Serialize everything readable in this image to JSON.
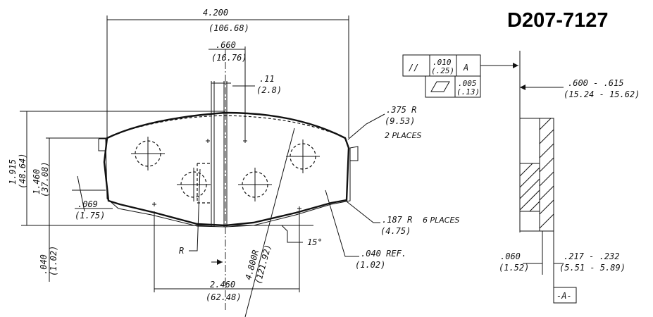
{
  "part_number": "D207-7127",
  "dimensions": {
    "overall_width": "4.200",
    "overall_width_mm": "(106.68)",
    "tab_width": ".660",
    "tab_width_mm": "(16.76)",
    "slot_offset": ".11",
    "slot_offset_mm": "(2.8)",
    "overall_height": "1.915",
    "overall_height_mm": "(48.64)",
    "inner_height": "1.460",
    "inner_height_mm": "(37.08)",
    "edge_step": ".069",
    "edge_step_mm": "(1.75)",
    "bottom_offset": ".040",
    "bottom_offset_mm": "(1.02)",
    "hole_spacing": "2.460",
    "hole_spacing_mm": "(62.48)",
    "arc_radius": "4.800R",
    "arc_radius_mm": "(121.92)",
    "corner_radius": ".375 R",
    "corner_radius_mm": "(9.53)",
    "corner_places": "2 PLACES",
    "small_radius": ".187 R",
    "small_radius_mm": "(4.75)",
    "small_places": "6 PLACES",
    "chamfer_ref": ".040 REF.",
    "chamfer_ref_mm": "(1.02)",
    "angle": "15°",
    "radius_label": "R",
    "thickness": ".600 - .615",
    "thickness_mm": "(15.24 - 15.62)",
    "backing_plate": ".217 - .232",
    "backing_plate_mm": "(5.51 - 5.89)",
    "shim": ".060",
    "shim_mm": "(1.52)"
  },
  "tolerance_frame": {
    "parallelism_symbol": "//",
    "parallelism_value": ".010",
    "parallelism_value_mm": "(.25)",
    "datum": "A",
    "flatness_value": ".005",
    "flatness_value_mm": "(.13)"
  },
  "datum_label": "-A-"
}
